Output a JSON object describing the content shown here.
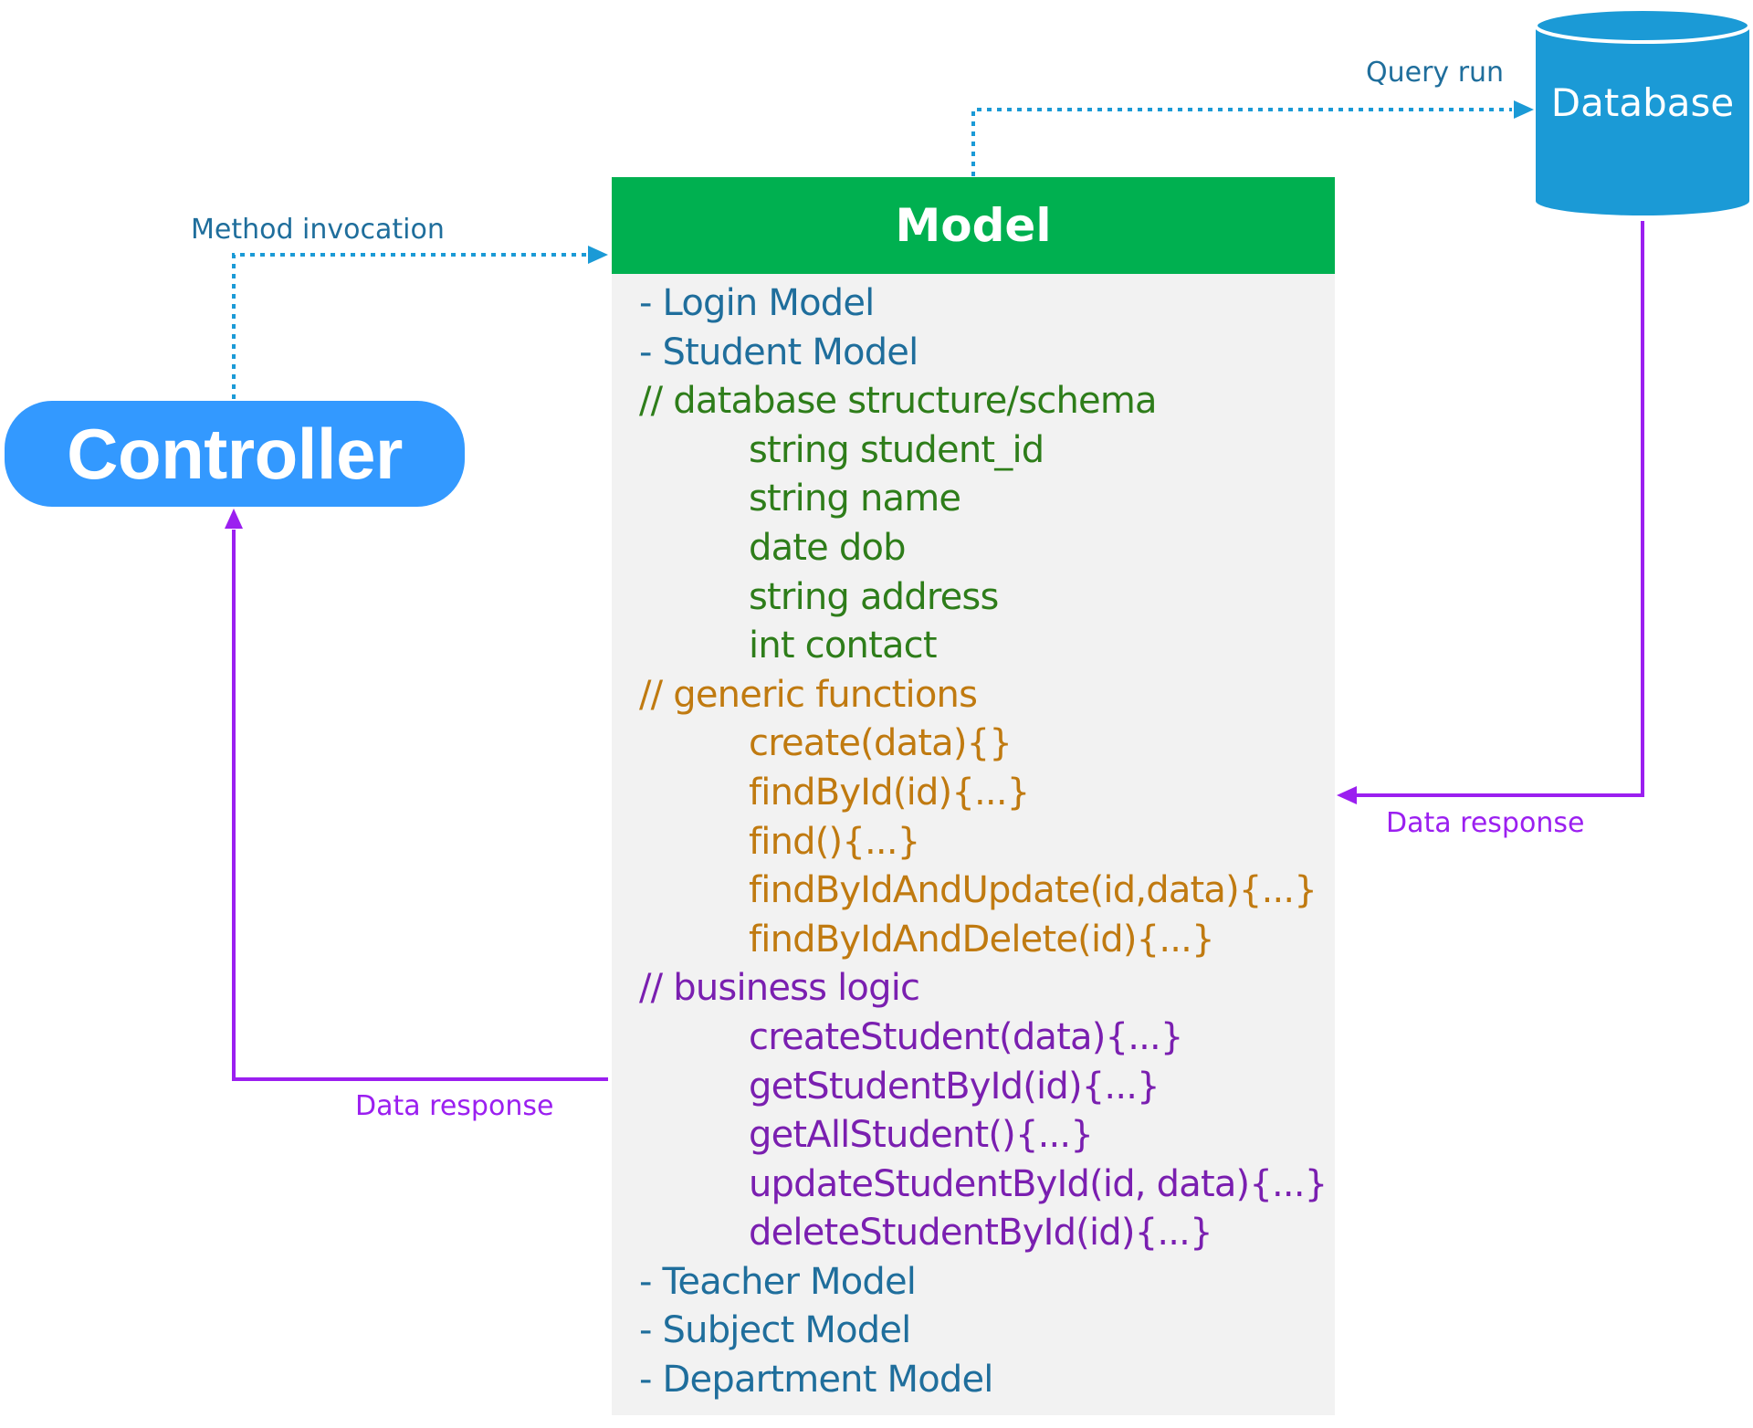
{
  "controller": {
    "label": "Controller"
  },
  "database": {
    "label": "Database"
  },
  "model": {
    "title": "Model",
    "lines": [
      {
        "text": "- Login Model",
        "kind": "model"
      },
      {
        "text": "- Student Model",
        "kind": "model"
      },
      {
        "text": "// database structure/schema",
        "kind": "schema"
      },
      {
        "text": "string student_id",
        "kind": "schema",
        "indent": true
      },
      {
        "text": "string name",
        "kind": "schema",
        "indent": true
      },
      {
        "text": "date dob",
        "kind": "schema",
        "indent": true
      },
      {
        "text": "string address",
        "kind": "schema",
        "indent": true
      },
      {
        "text": "int contact",
        "kind": "schema",
        "indent": true
      },
      {
        "text": "// generic functions",
        "kind": "generic"
      },
      {
        "text": "create(data){}",
        "kind": "generic",
        "indent": true
      },
      {
        "text": "findById(id){...}",
        "kind": "generic",
        "indent": true
      },
      {
        "text": "find(){...}",
        "kind": "generic",
        "indent": true
      },
      {
        "text": "findByIdAndUpdate(id,data){...}",
        "kind": "generic",
        "indent": true
      },
      {
        "text": "findByIdAndDelete(id){...}",
        "kind": "generic",
        "indent": true
      },
      {
        "text": "// business logic",
        "kind": "business"
      },
      {
        "text": "createStudent(data){...}",
        "kind": "business",
        "indent": true
      },
      {
        "text": "getStudentById(id){...}",
        "kind": "business",
        "indent": true
      },
      {
        "text": "getAllStudent(){...}",
        "kind": "business",
        "indent": true
      },
      {
        "text": "updateStudentById(id, data){...}",
        "kind": "business",
        "indent": true
      },
      {
        "text": "deleteStudentById(id){...}",
        "kind": "business",
        "indent": true
      },
      {
        "text": "- Teacher Model",
        "kind": "model"
      },
      {
        "text": "- Subject Model",
        "kind": "model"
      },
      {
        "text": "- Department Model",
        "kind": "model"
      }
    ]
  },
  "edges": {
    "method_invocation": "Method invocation",
    "query_run": "Query run",
    "data_response_db": "Data response",
    "data_response_controller": "Data response"
  },
  "colors": {
    "controller_fill": "#3399ff",
    "database_fill": "#1b9ad6",
    "model_header": "#00b050",
    "model_body": "#f2f2f2",
    "model_item": "#1f6e9c",
    "schema": "#2e7d1a",
    "generic": "#c07a10",
    "business": "#7a1fb0",
    "invocation_edge": "#1b9ad6",
    "response_edge": "#9b1ff0"
  }
}
